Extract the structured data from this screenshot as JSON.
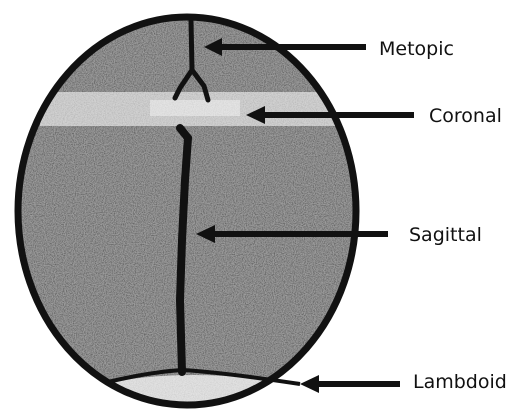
{
  "labels": {
    "metopic": "Metopic",
    "coronal": "Coronal",
    "sagittal": "Sagittal",
    "lambdoid": "Lambdoid"
  },
  "colors": {
    "outline": "#111111",
    "bone_fill": "#8c8c8c",
    "suture": "#111111",
    "background": "#ffffff"
  }
}
